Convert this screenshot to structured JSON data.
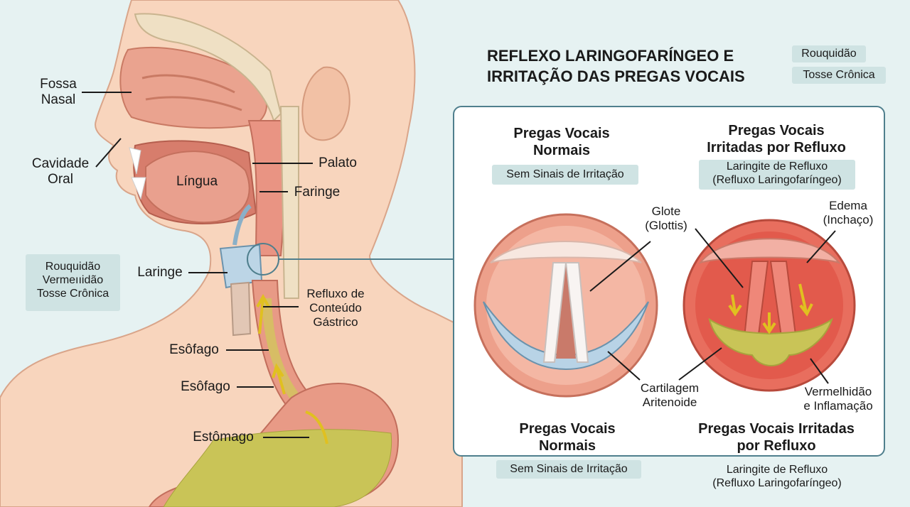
{
  "title": {
    "line1": "REFLEXO LARINGOFARÍNGEO E",
    "line2": "IRRITAÇÃO DAS PREGAS VOCAIS"
  },
  "top_tags": [
    "Rouquidão",
    "Tosse Crônica"
  ],
  "anatomy": {
    "fossa_nasal": [
      "Fossa",
      "Nasal"
    ],
    "cavidade_oral": [
      "Cavidade",
      "Oral"
    ],
    "lingua": "Língua",
    "palato": "Palato",
    "faringe": "Faringe",
    "laringe": "Laringe",
    "refluxo": [
      "Refluxo de",
      "Conteúdo",
      "Gástrico"
    ],
    "esofago_upper": "Esôfago",
    "esofago_lower": "Esôfago",
    "estomago": "Estômago"
  },
  "symptom_box": [
    "Rouquidão",
    "Vermeııidão",
    "Tosse Crônica"
  ],
  "panel": {
    "normal": {
      "heading": [
        "Pregas Vocais",
        "Normais"
      ],
      "tag": "Sem Sinais de Irritação"
    },
    "irritated": {
      "heading": [
        "Pregas Vocais",
        "Irritadas por Refluxo"
      ],
      "tag": [
        "Laringite de Refluxo",
        "(Refluxo Laringofaríngeo)"
      ]
    },
    "glote": [
      "Glote",
      "(Glottis)"
    ],
    "edema": [
      "Edema",
      "(Inchaço)"
    ],
    "cartilagem": [
      "Cartilagem",
      "Aritenoide"
    ],
    "vermelhidao": [
      "Vermelhidão",
      "e Inflamação"
    ],
    "bottom_normal": [
      "Pregas Vocais",
      "Normais"
    ],
    "bottom_irritated": [
      "Pregas Vocais Irritadas",
      "por Refluxo"
    ]
  },
  "footer": {
    "normal_tag": "Sem Sinais de Irritação",
    "irritated_tag": [
      "Laringite de Refluxo",
      "(Refluxo Laringofaríngeo)"
    ]
  },
  "colors": {
    "background": "#e6f2f2",
    "skin": "#f8d5bd",
    "tissue": "#e89a86",
    "panel_border": "#4f7f8d",
    "chip": "#cfe3e3",
    "gastric": "#c9c457"
  }
}
